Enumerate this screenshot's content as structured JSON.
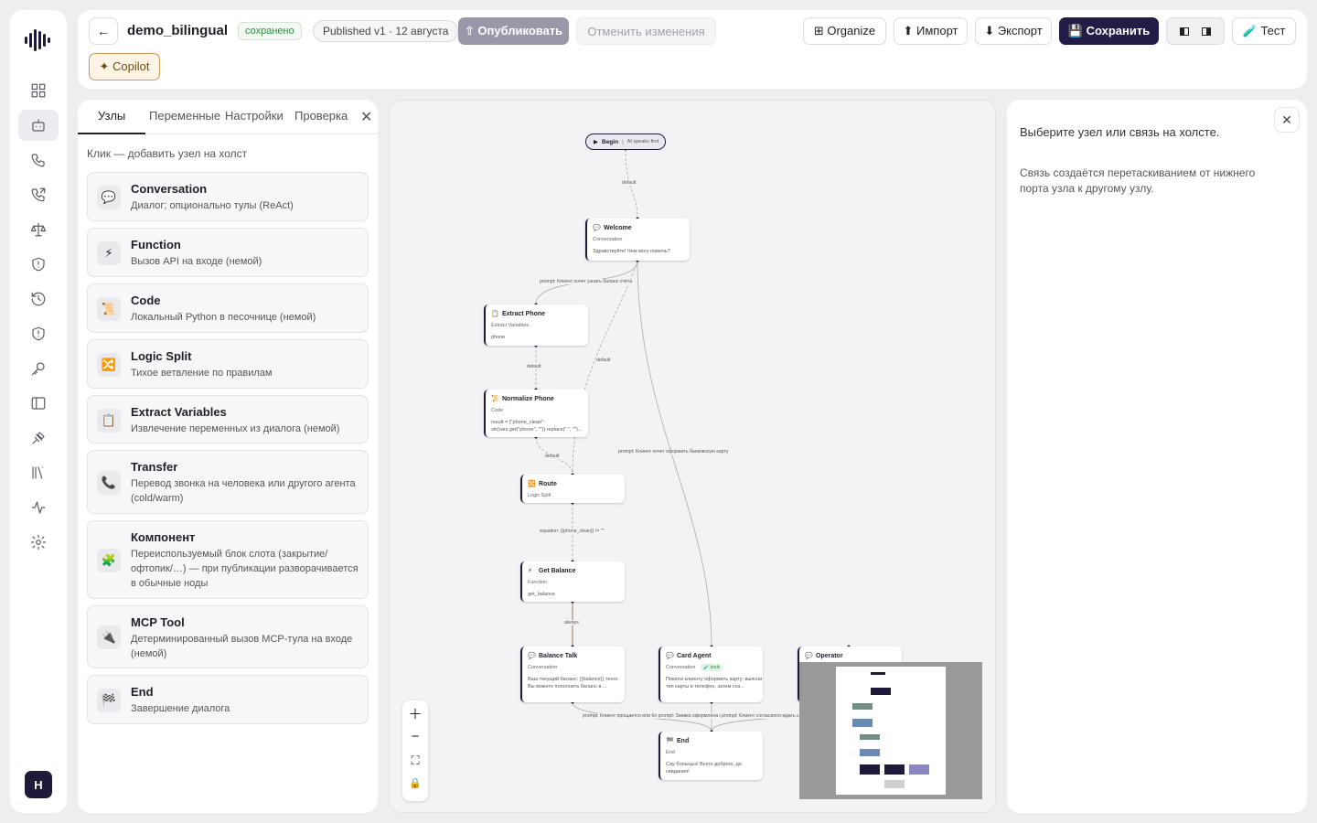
{
  "header": {
    "back_label": "←",
    "title": "demo_bilingual",
    "saved_badge": "сохранено",
    "published_badge": "Published v1 · 12 августа",
    "publish_button": "⇧ Опубликовать",
    "undo_button": "Отменить изменения",
    "copilot_button": "✦ Copilot",
    "organize_button": "⊞ Organize",
    "import_button": "⬆ Импорт",
    "export_button": "⬇ Экспорт",
    "save_button": "💾 Сохранить",
    "test_button": "🧪 Тест"
  },
  "sidebar": {
    "avatar": "H",
    "items": [
      "dashboard",
      "agents",
      "calls",
      "outbound-calls",
      "compliance",
      "security",
      "history",
      "shield",
      "keys",
      "layout",
      "tools",
      "library",
      "activity",
      "settings"
    ],
    "active_item": "agents"
  },
  "left_panel": {
    "tabs": [
      "Узлы",
      "Переменные",
      "Настройки",
      "Проверка"
    ],
    "active_tab": "Узлы",
    "hint": "Клик — добавить узел на холст",
    "nodes": [
      {
        "title": "Conversation",
        "desc": "Диалог; опционально тулы (ReAct)",
        "icon": "💬"
      },
      {
        "title": "Function",
        "desc": "Вызов API на входе (немой)",
        "icon": "⚡"
      },
      {
        "title": "Code",
        "desc": "Локальный Python в песочнице (немой)",
        "icon": "📜"
      },
      {
        "title": "Logic Split",
        "desc": "Тихое ветвление по правилам",
        "icon": "🔀"
      },
      {
        "title": "Extract Variables",
        "desc": "Извлечение переменных из диалога (немой)",
        "icon": "📋"
      },
      {
        "title": "Transfer",
        "desc": "Перевод звонка на человека или другого агента (cold/warm)",
        "icon": "📞"
      },
      {
        "title": "Компонент",
        "desc": "Переиспользуемый блок слота (закрытие/офтопик/…) — при публикации разворачивается в обычные ноды",
        "icon": "🧩"
      },
      {
        "title": "MCP Tool",
        "desc": "Детерминированный вызов MCP-тула на входе (немой)",
        "icon": "🔌"
      },
      {
        "title": "End",
        "desc": "Завершение диалога",
        "icon": "🏁"
      }
    ]
  },
  "canvas": {
    "begin": {
      "label": "Begin",
      "sub": "AI speaks first"
    },
    "nodes": {
      "welcome": {
        "title": "Welcome",
        "type": "Conversation",
        "body": "Здравствуйте! Чем могу помочь?"
      },
      "extract_phone": {
        "title": "Extract Phone",
        "type": "Extract Variables",
        "body": "phone"
      },
      "normalize_phone": {
        "title": "Normalize Phone",
        "type": "Code",
        "body": "result = {\"phone_clean\": str(vars.get(\"phone\", \"\")).replace(\" \", \"\")..."
      },
      "route": {
        "title": "Route",
        "type": "Logic Split",
        "body": ""
      },
      "get_balance": {
        "title": "Get Balance",
        "type": "Function",
        "body": "get_balance"
      },
      "balance_talk": {
        "title": "Balance Talk",
        "type": "Conversation",
        "body": "Ваш текущий баланс: {{balance}} тенге. Вы можете пополнить баланс в ..."
      },
      "card_agent": {
        "title": "Card Agent",
        "type": "Conversation",
        "tools": "🧪 tools",
        "body": "Помоги клиенту оформить карту: выясни тип карты и телефон, затем соз..."
      },
      "operator": {
        "title": "Operator",
        "type": "",
        "body": ""
      },
      "end": {
        "title": "End",
        "type": "End",
        "body": "Сау болыңыз! Всего доброго, до свидания!"
      }
    },
    "edge_labels": {
      "e1": "default",
      "e2": "prompt: Клиент хочет узнать баланс счёта",
      "e3": "default",
      "e4": "default",
      "e5": "prompt: Клиент хочет оформить банковскую карту",
      "e6": "default",
      "e7": "equation: {{phone_clean}} != \"\"",
      "e8": "always",
      "e9": "prompt: Клиент прощается или бл prompt: Заявка оформлена i prompt: Клиент согласился ждать и"
    }
  },
  "right_panel": {
    "title_text": "Выберите узел или связь на холсте.",
    "help_text": "Связь создаётся перетаскиванием от нижнего порта узла к другому узлу.",
    "close": "✕"
  },
  "colors": {
    "primary": "#231c46",
    "accent_green": "#2f8a3e",
    "copilot_border": "#c39a59",
    "canvas_bg": "#f3f3f5"
  }
}
